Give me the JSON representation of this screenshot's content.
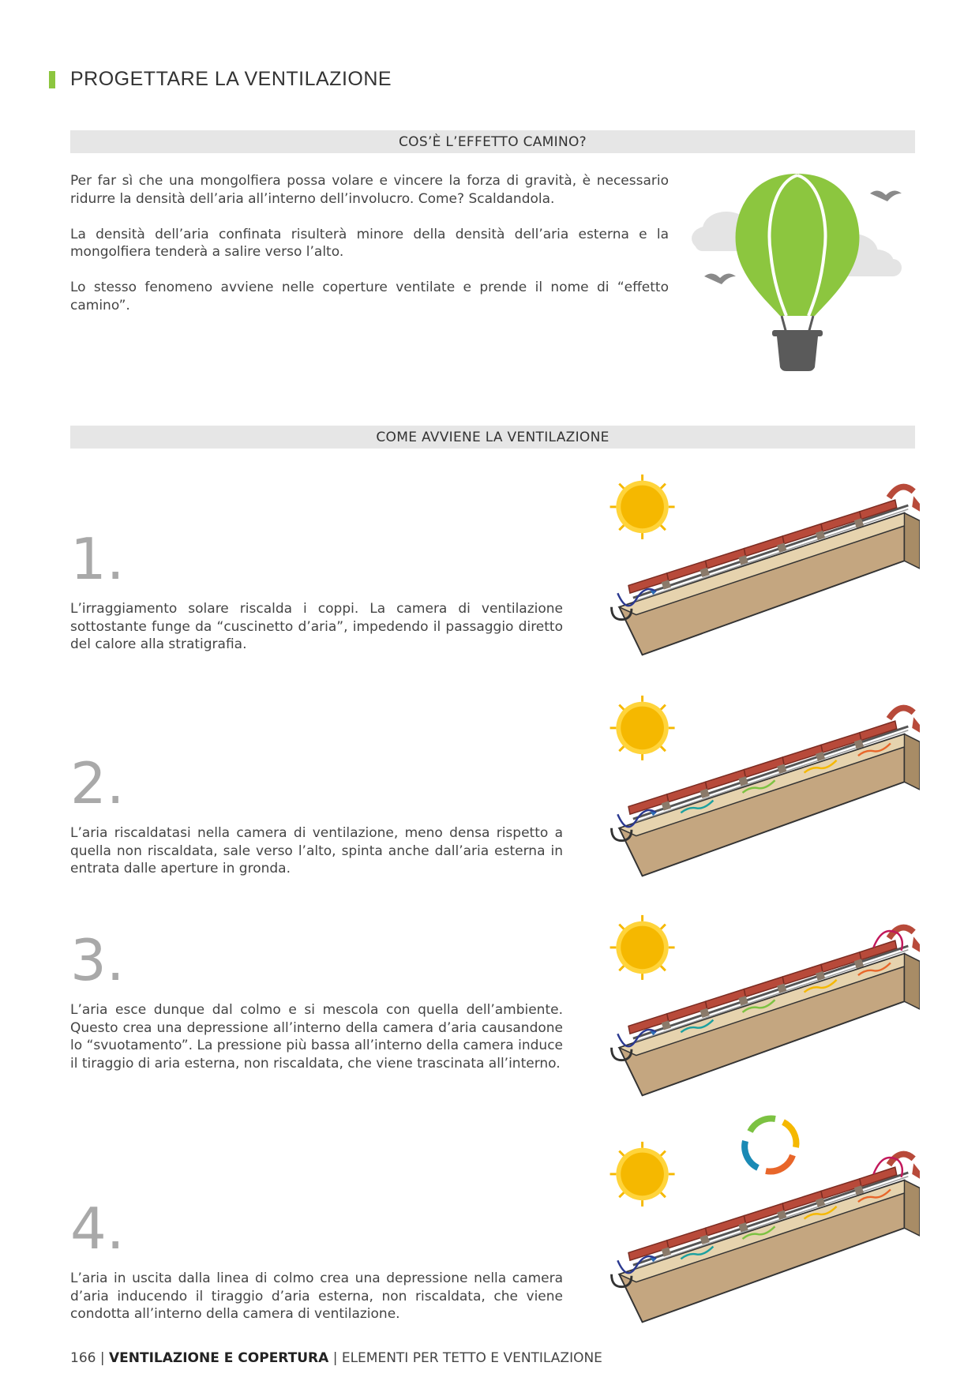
{
  "header": {
    "title": "PROGETTARE LA VENTILAZIONE"
  },
  "section1": {
    "title": "COS’È L’EFFETTO CAMINO?",
    "paragraphs": [
      "Per far sì che una mongolfiera possa volare e vincere la forza di gravità, è necessario ridurre la densità dell’aria all’interno dell’involucro. Come? Scaldandola.",
      "La densità dell’aria confinata risulterà minore della densità dell’aria esterna e la mongolfiera tenderà a salire verso l’alto.",
      "Lo stesso fenomeno avviene nelle coperture ventilate e prende il nome di “effetto camino”."
    ]
  },
  "section2": {
    "title": "COME AVVIENE LA VENTILAZIONE",
    "steps": [
      {
        "number": "1.",
        "text": "L’irraggiamento solare riscalda i coppi. La camera di ventilazione sottostante funge da “cuscinetto d’aria”, impedendo il passaggio diretto del calore alla stratigrafia."
      },
      {
        "number": "2.",
        "text": "L’aria riscaldatasi nella camera di ventilazione, meno densa rispetto a quella non riscaldata, sale verso l’alto, spinta anche dall’aria esterna in entrata dalle aperture in gronda."
      },
      {
        "number": "3.",
        "text": "L’aria esce dunque dal colmo e si mescola con quella dell’ambiente. Questo crea una depressione all’interno della camera d’aria causandone lo “svuotamento”. La pressione più bassa all’interno della camera induce il tiraggio di aria esterna, non riscaldata, che viene trascinata all’interno."
      },
      {
        "number": "4.",
        "text": "L’aria in uscita dalla linea di colmo crea una depressione nella camera d’aria inducendo il tiraggio d’aria esterna, non riscaldata, che viene condotta all’interno della camera di ventilazione."
      }
    ]
  },
  "footer": {
    "page": "166",
    "separator": "|",
    "section": "VENTILAZIONE E COPERTURA",
    "subtitle": "ELEMENTI PER TETTO E VENTILAZIONE"
  },
  "colors": {
    "accent": "#8cc63f",
    "tile": "#b84a3a",
    "wood": "#c4a680",
    "sun": "#f5b800",
    "basket": "#5a5a5a"
  },
  "icons": [
    "balloon-icon",
    "sun-icon",
    "cycle-arrows-icon",
    "roof-diagram"
  ]
}
